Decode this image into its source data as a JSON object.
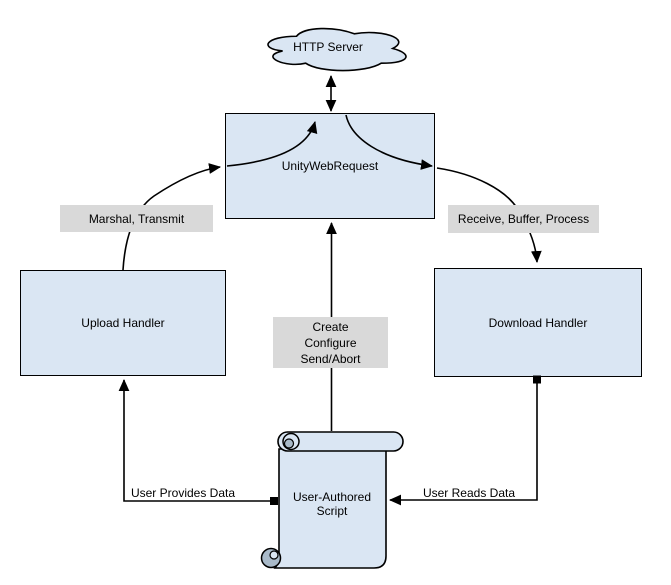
{
  "nodes": {
    "http_server": {
      "label": "HTTP Server"
    },
    "unity_web_request": {
      "label": "UnityWebRequest"
    },
    "upload_handler": {
      "label": "Upload Handler"
    },
    "download_handler": {
      "label": "Download Handler"
    },
    "user_script": {
      "label": "User-Authored Script"
    }
  },
  "edge_labels": {
    "marshal_transmit": "Marshal, Transmit",
    "receive_buffer_process": "Receive, Buffer, Process",
    "create_configure": "Create\nConfigure\nSend/Abort",
    "user_provides_data": "User Provides Data",
    "user_reads_data": "User Reads Data"
  },
  "colors": {
    "node_fill": "#dae6f3",
    "label_fill": "#d9d9d9",
    "stroke": "#000000",
    "curl_fill": "#a9bac9",
    "background": "#ffffff"
  }
}
